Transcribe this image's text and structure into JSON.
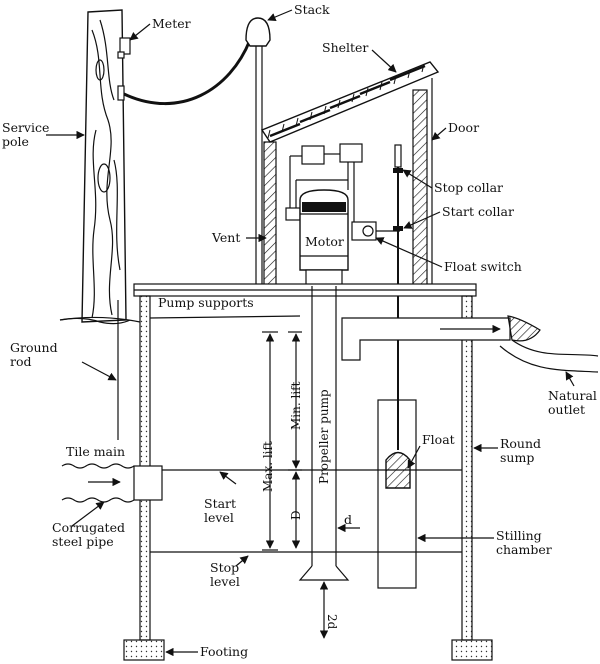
{
  "diagram": {
    "labels": {
      "meter": "Meter",
      "stack": "Stack",
      "shelter": "Shelter",
      "service_pole": "Service\npole",
      "door": "Door",
      "stop_collar": "Stop collar",
      "start_collar": "Start collar",
      "vent": "Vent",
      "motor": "Motor",
      "float_switch": "Float switch",
      "pump_supports": "Pump supports",
      "ground_rod": "Ground\nrod",
      "min_lift": "Min. lift",
      "max_lift": "Max. lift",
      "propeller_pump": "Propeller pump",
      "natural_outlet": "Natural\noutlet",
      "tile_main": "Tile main",
      "float": "Float",
      "round_sump": "Round\nsump",
      "d_left": "D",
      "d_small": "d",
      "start_level": "Start\nlevel",
      "corrugated_pipe": "Corrugated\nsteel pipe",
      "stilling_chamber": "Stilling\nchamber",
      "stop_level": "Stop\nlevel",
      "two_d": "2d",
      "footing": "Footing"
    }
  }
}
